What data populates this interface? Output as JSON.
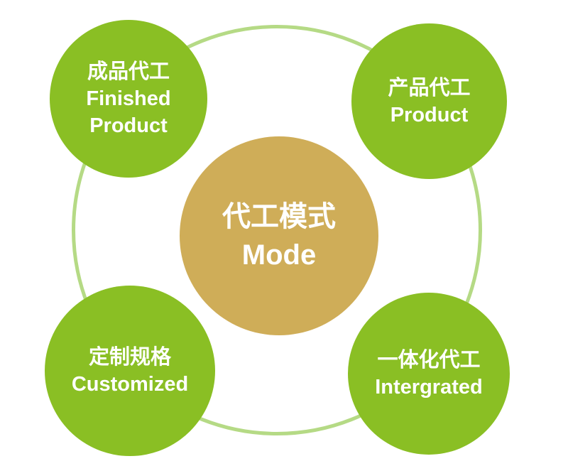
{
  "diagram": {
    "title_semantic": "OEM / contract manufacturing mode diagram",
    "colors": {
      "node_green": "#8abf24",
      "center_gold": "#cfad58",
      "ring_green": "#b5da85",
      "text": "#ffffff",
      "background": "#ffffff"
    },
    "center": {
      "lines": [
        "代工模式",
        "Mode"
      ]
    },
    "nodes": [
      {
        "id": "finished-product",
        "position": "top-left",
        "lines": [
          "成品代工",
          "Finished",
          "Product"
        ]
      },
      {
        "id": "product",
        "position": "top-right",
        "lines": [
          "产品代工",
          "Product"
        ]
      },
      {
        "id": "customized",
        "position": "bottom-left",
        "lines": [
          "定制规格",
          "Customized"
        ]
      },
      {
        "id": "integrated",
        "position": "bottom-right",
        "lines": [
          "一体化代工",
          "Intergrated"
        ]
      }
    ]
  }
}
